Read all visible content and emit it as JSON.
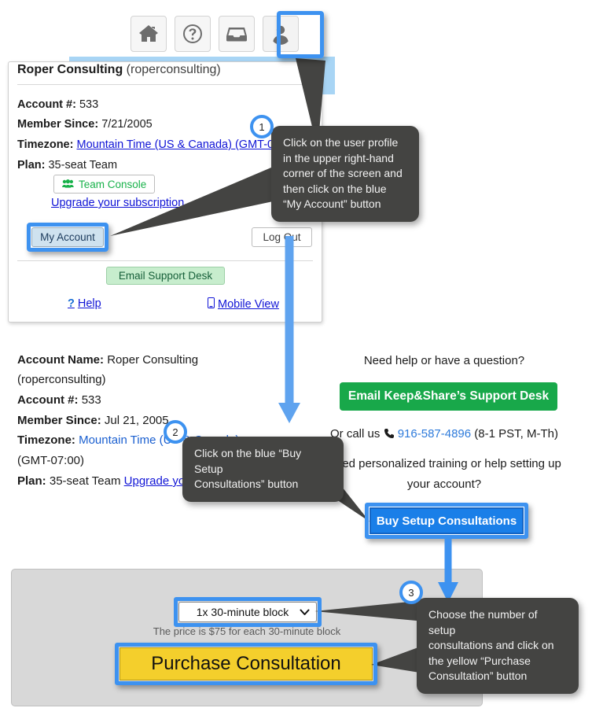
{
  "toolbar": {
    "icons": [
      {
        "name": "home-icon",
        "label": "Home"
      },
      {
        "name": "help-icon",
        "label": "Help"
      },
      {
        "name": "inbox-icon",
        "label": "Inbox"
      },
      {
        "name": "user-profile-icon",
        "label": "User Profile"
      }
    ]
  },
  "account_card": {
    "title_name": "Roper Consulting",
    "title_username": "(roperconsulting)",
    "account_label": "Account #:",
    "account_value": "533",
    "member_label": "Member Since:",
    "member_value": "7/21/2005",
    "timezone_label": "Timezone:",
    "timezone_value": "Mountain Time (US & Canada) (GMT-07:00)",
    "plan_label": "Plan:",
    "plan_value": "35-seat Team",
    "team_console_label": "Team Console",
    "upgrade_label": "Upgrade your subscription",
    "my_account_label": "My Account",
    "log_out_label": "Log Out",
    "email_support_label": "Email Support Desk",
    "help_label": "Help",
    "mobile_view_label": "Mobile View"
  },
  "details": {
    "account_name_label": "Account Name:",
    "account_name_value": "Roper Consulting",
    "account_username": "(roperconsulting)",
    "account_num_label": "Account #:",
    "account_num_value": "533",
    "member_label": "Member Since:",
    "member_value": "Jul 21, 2005",
    "timezone_label": "Timezone:",
    "timezone_value_line1": "Mountain Time (US & Canada)",
    "timezone_value_line2": "(GMT-07:00)",
    "plan_label": "Plan:",
    "plan_value": "35-seat Team",
    "plan_upgrade_link": "Upgrade your subscription"
  },
  "help_panel": {
    "heading": "Need help or have a question?",
    "support_button": "Email Keep&Share’s Support Desk",
    "call_prefix": "Or call us",
    "phone": "916-587-4896",
    "hours": "(8-1 PST, M-Th)",
    "training_line1": "Need personalized training or help setting up",
    "training_line2": "your account?",
    "buy_button": "Buy Setup Consultations"
  },
  "purchase_panel": {
    "select_value": "1x 30-minute block",
    "price_note": "The price is $75 for each 30-minute block",
    "purchase_button": "Purchase Consultation"
  },
  "callouts": [
    {
      "number": "1",
      "lines": [
        "Click on the user profile",
        "in the upper right-hand",
        "corner of the screen and",
        "then click on the blue",
        "“My Account” button"
      ]
    },
    {
      "number": "2",
      "lines": [
        "Click on the blue “Buy Setup",
        "Consultations” button"
      ]
    },
    {
      "number": "3",
      "lines": [
        "Choose the number of setup",
        "consultations and click on",
        "the yellow “Purchase",
        "Consultation” button"
      ]
    }
  ],
  "colors": {
    "highlight_blue": "#3d92f0",
    "green_button": "#18a84a",
    "yellow_button": "#f4cf2c",
    "callout_bg": "#444442",
    "band_blue": "#a8d5f5"
  }
}
